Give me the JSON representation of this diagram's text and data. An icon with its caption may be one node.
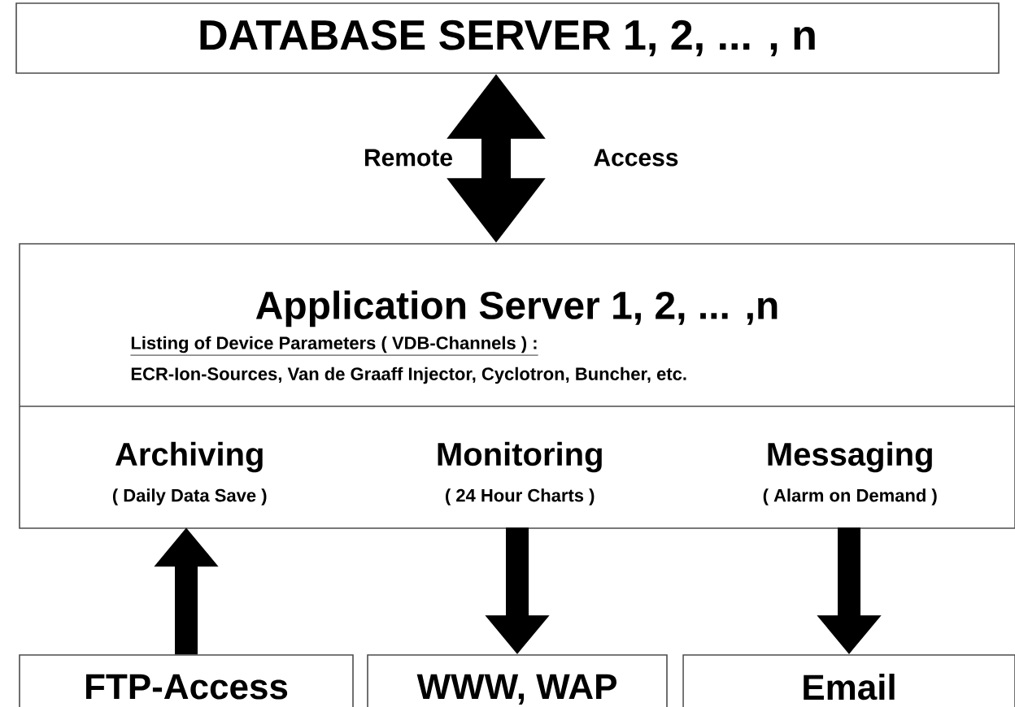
{
  "diagram": {
    "nodes": [
      {
        "text": [
          "DATABASE SERVER 1, 2, ... , n"
        ]
      },
      {
        "text": [
          "Application Server 1, 2, ... ,n",
          "Listing of Device Parameters ( VDB-Channels ) :",
          "ECR-Ion-Sources, Van de Graaff Injector, Cyclotron, Buncher, etc."
        ]
      },
      {
        "text": [
          "Archiving",
          "( Daily Data Save )"
        ],
        "in": 1
      },
      {
        "text": [
          "Monitoring",
          "( 24 Hour Charts )"
        ],
        "in": 1
      },
      {
        "text": [
          "Messaging",
          "( Alarm on Demand )"
        ],
        "in": 1
      },
      {
        "text": [
          "FTP-Access"
        ]
      },
      {
        "text": [
          "WWW, WAP"
        ]
      },
      {
        "text": [
          "Email"
        ]
      }
    ],
    "edges": [
      {
        "from": 0,
        "to": 1,
        "arrow": "both"
      },
      {
        "from": 5,
        "to": 2,
        "arrow": "to"
      },
      {
        "from": 3,
        "to": 6,
        "arrow": "to"
      },
      {
        "from": 4,
        "to": 7,
        "arrow": "to"
      }
    ],
    "labels": [
      "Remote",
      "Access"
    ]
  }
}
